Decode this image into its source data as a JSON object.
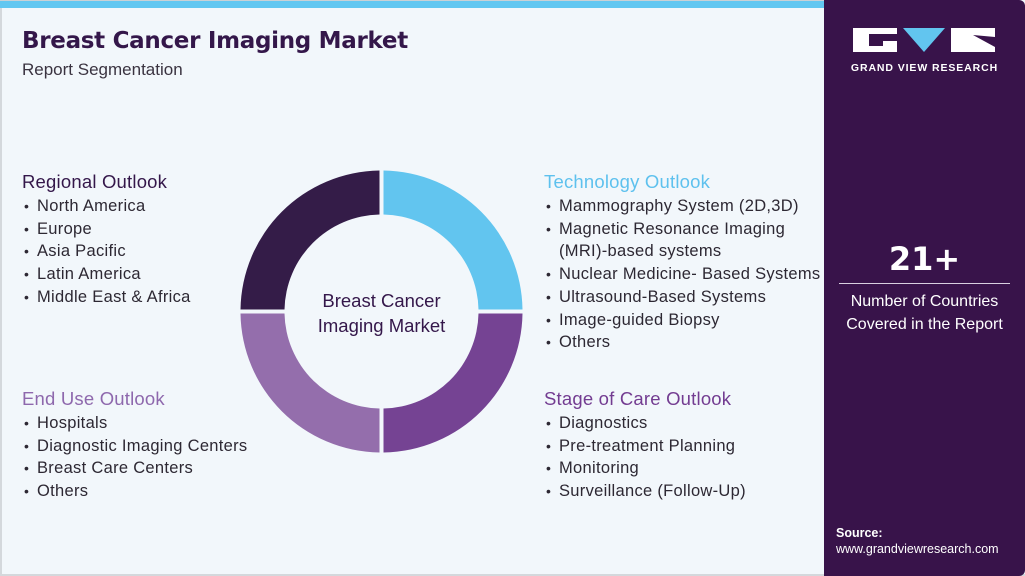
{
  "header": {
    "title": "Breast Cancer Imaging Market",
    "subtitle": "Report Segmentation"
  },
  "center": {
    "label_line1": "Breast Cancer",
    "label_line2": "Imaging Market"
  },
  "segments": {
    "regional": {
      "title": "Regional Outlook",
      "color": "#34174a",
      "items": [
        "North America",
        "Europe",
        "Asia Pacific",
        "Latin America",
        "Middle East & Africa"
      ]
    },
    "end_use": {
      "title": "End Use Outlook",
      "color": "#8e68ad",
      "items": [
        "Hospitals",
        "Diagnostic Imaging Centers",
        "Breast Care Centers",
        "Others"
      ]
    },
    "technology": {
      "title": "Technology Outlook",
      "color": "#5ec1ee",
      "items": [
        "Mammography System (2D,3D)",
        "Magnetic Resonance Imaging (MRI)-based systems",
        "Nuclear Medicine- Based Systems",
        "Ultrasound-Based Systems",
        "Image-guided Biopsy",
        "Others"
      ]
    },
    "stage_of_care": {
      "title": "Stage of Care Outlook",
      "color": "#733c91",
      "items": [
        "Diagnostics",
        "Pre-treatment Planning",
        "Monitoring",
        "Surveillance (Follow-Up)"
      ]
    }
  },
  "donut_colors": {
    "top_left": "#341c48",
    "top_right": "#62c5ef",
    "bottom_right": "#754393",
    "bottom_left": "#946eac"
  },
  "sidebar": {
    "brand": "GRAND VIEW RESEARCH",
    "stat_value": "21+",
    "stat_label_line1": "Number of Countries",
    "stat_label_line2": "Covered in the Report",
    "source_label": "Source:",
    "source_url": "www.grandviewresearch.com"
  }
}
